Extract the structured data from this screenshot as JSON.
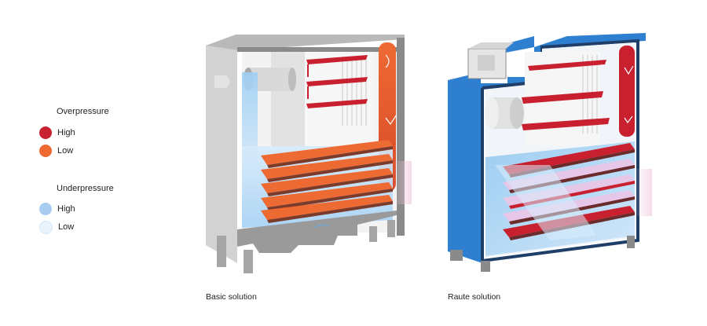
{
  "legend": {
    "overpressure": {
      "title": "Overpressure",
      "items": [
        {
          "label": "High",
          "color": "#c8202f"
        },
        {
          "label": "Low",
          "color": "#ee6a33"
        }
      ]
    },
    "underpressure": {
      "title": "Underpressure",
      "items": [
        {
          "label": "High",
          "color": "#a9cdf2"
        },
        {
          "label": "Low",
          "color": "#e8f3fc"
        }
      ]
    }
  },
  "diagrams": [
    {
      "caption": "Basic solution",
      "icon": "oven-basic-cutaway"
    },
    {
      "caption": "Raute solution",
      "icon": "oven-raute-cutaway"
    }
  ],
  "colors": {
    "housing_grey": "#c8c8c8",
    "housing_dark": "#7d7d7d",
    "raute_blue": "#2f7fd1",
    "raute_dark": "#1f3e68",
    "tray_red": "#c8202f",
    "tray_orange": "#ee6a33",
    "air_blue": "#a9d3f5"
  }
}
